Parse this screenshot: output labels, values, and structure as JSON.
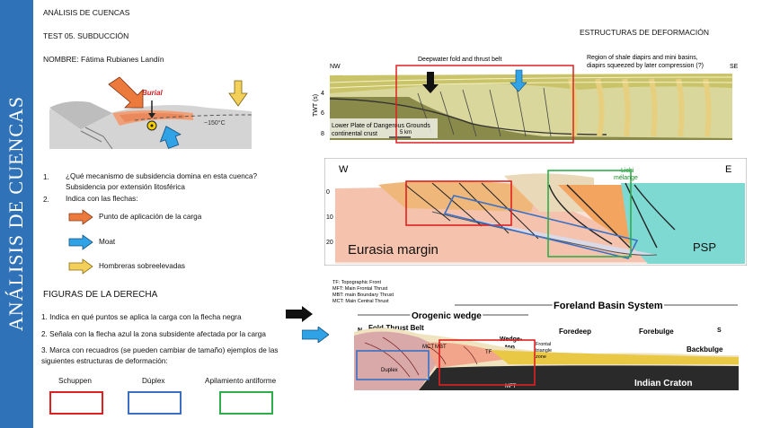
{
  "sidebar": {
    "title": "ANÁLISIS DE CUENCAS"
  },
  "header": {
    "line1": "ANÁLISIS DE CUENCAS",
    "line2": "TEST 05. SUBDUCCIÓN",
    "line3": "NOMBRE: Fátima Rubianes Landín"
  },
  "structures_title": "ESTRUCTURAS DE DEFORMACIÓN",
  "burial_figure": {
    "burial_label": "Burial",
    "temp_label": "~150°C"
  },
  "questions": [
    {
      "number": "1.",
      "text": "¿Qué mecanismo de subsidencia domina en esta cuenca? Subsidencia por extensión litosférica"
    },
    {
      "number": "2.",
      "text": "Indica con las flechas:"
    }
  ],
  "arrow_legend": [
    {
      "label": "Punto de aplicación de la carga",
      "color": "#ec7a3c",
      "icon": "orange-right-arrow"
    },
    {
      "label": "Moat",
      "color": "#2fa3e6",
      "icon": "blue-right-arrow"
    },
    {
      "label": "Hombreras sobreelevadas",
      "color": "#f3d05a",
      "icon": "yellow-right-arrow"
    }
  ],
  "figures_section": {
    "title": "FIGURAS DE LA DERECHA",
    "instructions": [
      "1. Indica en qué puntos se aplica la carga con la flecha negra",
      "2. Señala con la flecha azul la zona subsidente afectada por la carga",
      "3. Marca con recuadros (se pueden cambiar de tamaño) ejemplos de las siguientes estructuras de deformación:"
    ]
  },
  "structure_legend": [
    {
      "label": "Schuppen",
      "color": "#e02020"
    },
    {
      "label": "Dúplex",
      "color": "#3a6fc4"
    },
    {
      "label": "Apilamiento antiforme",
      "color": "#2eae4a"
    }
  ],
  "seismic": {
    "nw": "NW",
    "se": "SE",
    "title1": "Deepwater fold and thrust belt",
    "title2": "Region of shale diapirs and mini basins,",
    "title3": "diapirs squeezed by later compression (?)",
    "yaxis": "TWT (s)",
    "ticks": [
      "4",
      "6",
      "8"
    ],
    "lower1": "Lower Plate of Dangerous Grounds",
    "lower2": "continental crust",
    "scale": "5 km"
  },
  "eurasia": {
    "w": "W",
    "e": "E",
    "lichi1": "Lichi",
    "lichi2": "mélange",
    "depths": [
      "0",
      "10",
      "20"
    ],
    "margin": "Eurasia margin",
    "psp": "PSP"
  },
  "foreland": {
    "legend": [
      "TF: Topographic Front",
      "MFT: Main Frontal Thrust",
      "MBT: main Boundary Thrust",
      "MCT: Main Central Thrust"
    ],
    "system": "Foreland Basin System",
    "orogenic": "Orogenic wedge",
    "n": "N",
    "s": "S",
    "fold_thrust": "Fold-Thrust Belt",
    "wedge1": "Wedge-",
    "wedge2": "top",
    "foredeep": "Foredeep",
    "forebulge": "Forebulge",
    "backbulge": "Backbulge",
    "mct": "MCT",
    "mbt": "MBT",
    "tf": "TF",
    "frontal1": "Frontal",
    "frontal2": "triangle",
    "frontal3": "zone",
    "duplex": "Duplex",
    "mft": "MFT",
    "craton": "Indian Craton"
  }
}
